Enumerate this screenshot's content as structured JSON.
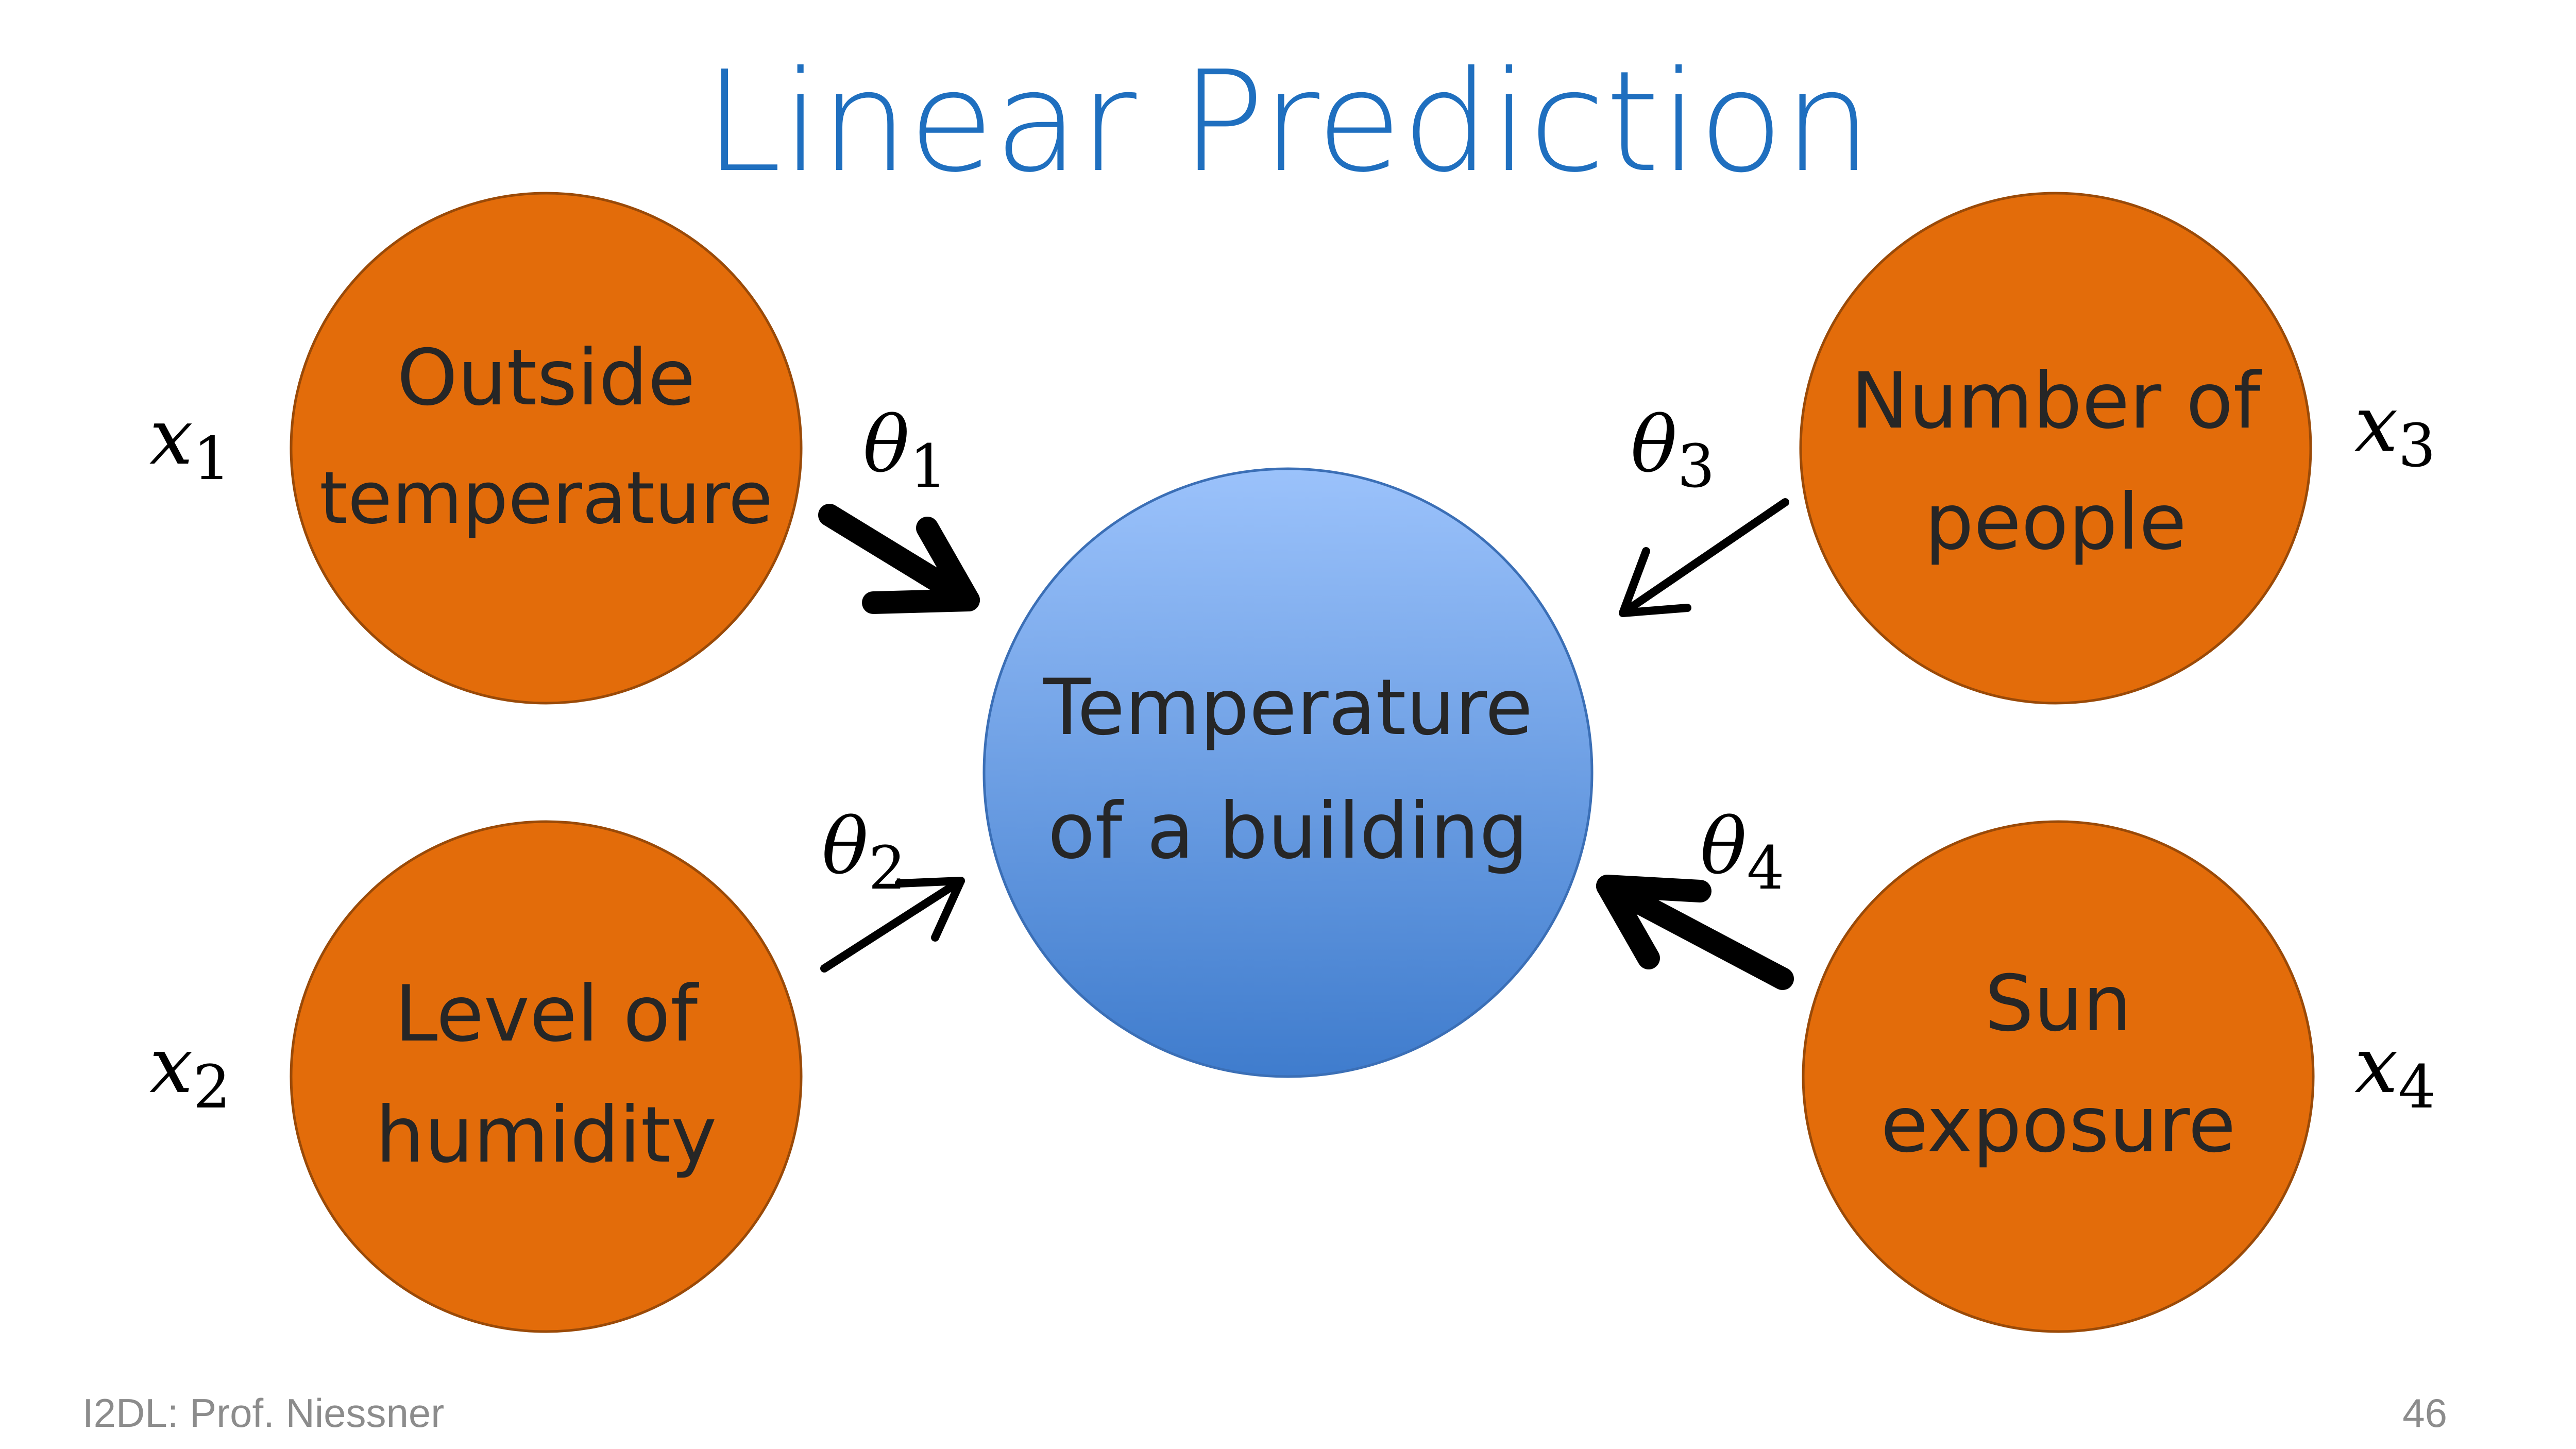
{
  "title": "Linear Prediction",
  "colors": {
    "title": "#1f6fbf",
    "input_node_fill": "#e36c0a",
    "input_node_stroke": "#9a4a08",
    "output_node_top": "#9bc2fb",
    "output_node_bottom": "#3f7ccd",
    "output_node_stroke": "#3b6fb6",
    "arrow": "#000000",
    "footer": "#8c8c8c"
  },
  "output": {
    "line1": "Temperature",
    "line2": "of a building"
  },
  "inputs": [
    {
      "line1": "Outside",
      "line2": "temperature",
      "variable": "x",
      "variable_index": "1",
      "weight": "θ",
      "weight_index": "1"
    },
    {
      "line1": "Level of",
      "line2": "humidity",
      "variable": "x",
      "variable_index": "2",
      "weight": "θ",
      "weight_index": "2"
    },
    {
      "line1": "Number of",
      "line2": "people",
      "variable": "x",
      "variable_index": "3",
      "weight": "θ",
      "weight_index": "3"
    },
    {
      "line1": "Sun",
      "line2": "exposure",
      "variable": "x",
      "variable_index": "4",
      "weight": "θ",
      "weight_index": "4"
    }
  ],
  "footer": {
    "left": "I2DL: Prof. Niessner",
    "page_number": "46"
  }
}
